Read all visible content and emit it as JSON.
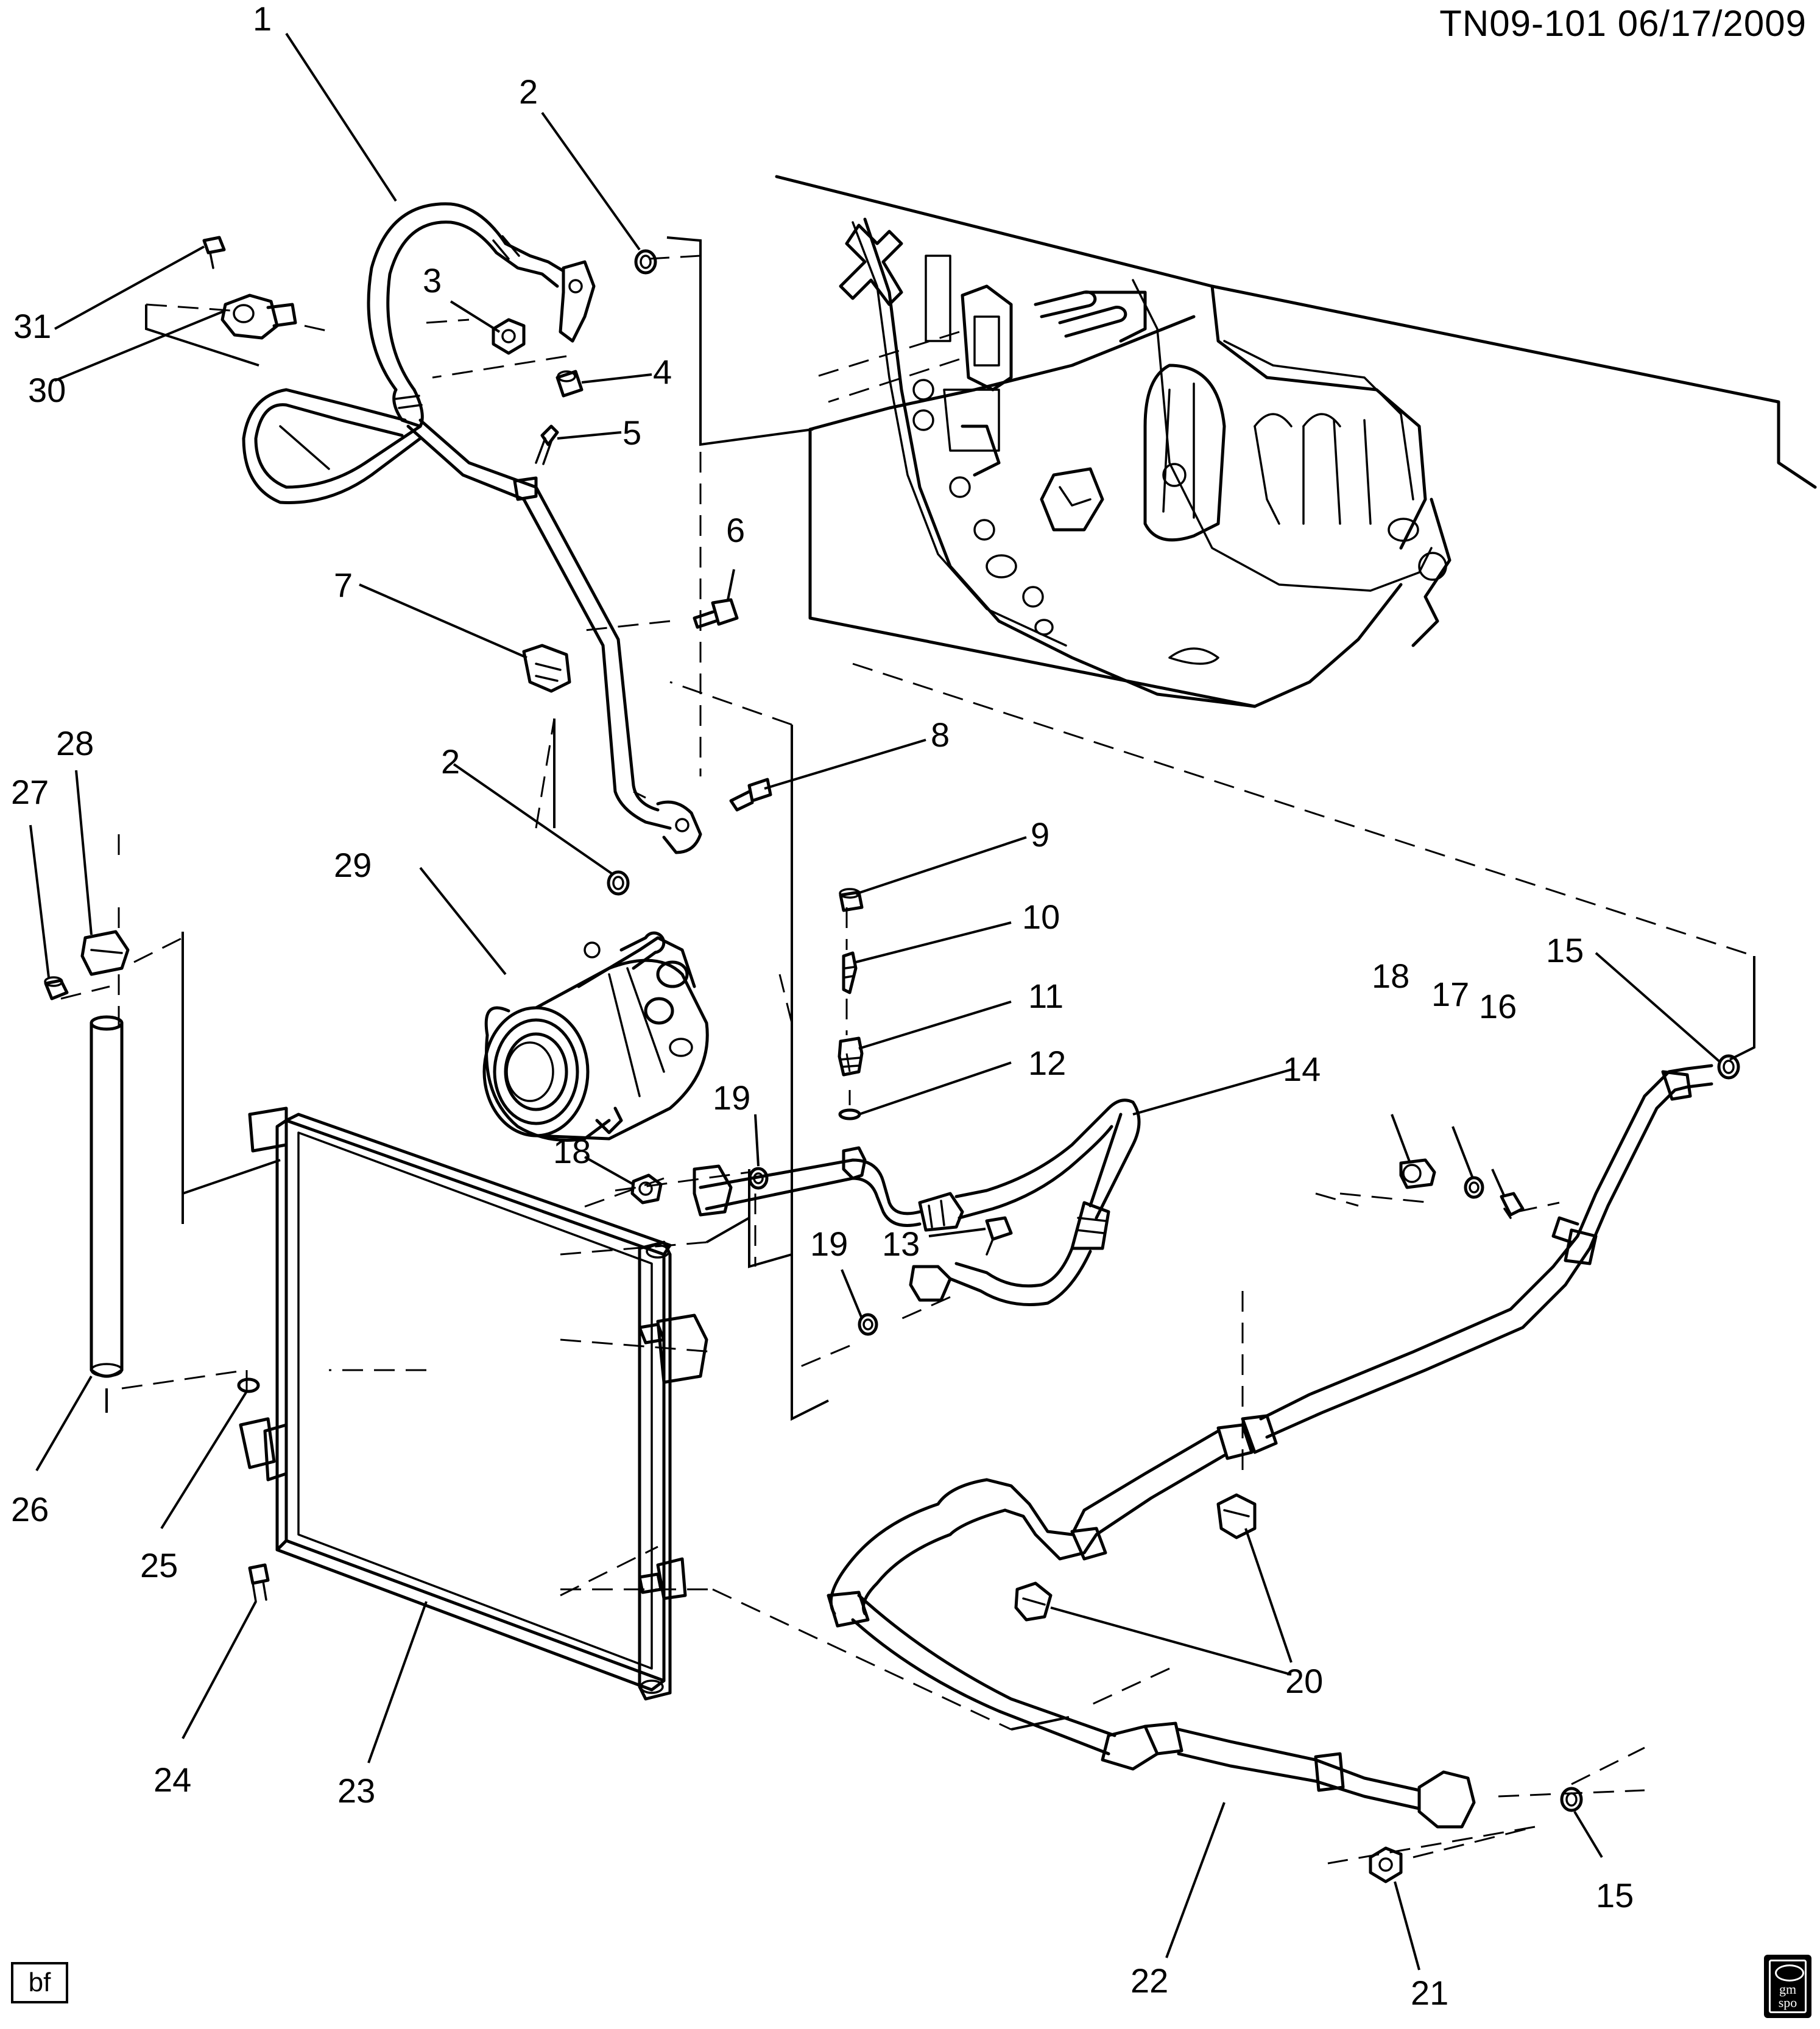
{
  "header": {
    "diagram_id": "TN09-101  06/17/2009"
  },
  "footer": {
    "artist_tag": "bf",
    "logo_text_top": "gm",
    "logo_text_bottom": "spo"
  },
  "callouts": [
    "1",
    "2",
    "3",
    "4",
    "5",
    "6",
    "7",
    "8",
    "9",
    "10",
    "11",
    "12",
    "13",
    "14",
    "15",
    "16",
    "17",
    "18",
    "19",
    "20",
    "21",
    "22",
    "23",
    "24",
    "25",
    "26",
    "27",
    "28",
    "29",
    "30",
    "31"
  ]
}
